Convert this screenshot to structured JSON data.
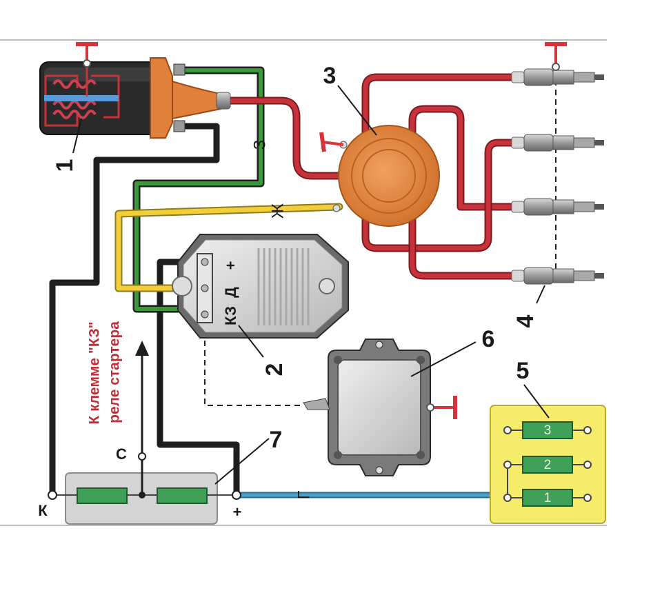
{
  "callouts": {
    "coil": "1",
    "commutator": "2",
    "distributor": "3",
    "spark_plug": "4",
    "fuse_block": "5",
    "control_unit": "6",
    "additional_resistor": "7"
  },
  "wire_labels": {
    "green": "З",
    "yellow": "Ж",
    "blue": "Г"
  },
  "commutator_terminals": {
    "kz": "КЗ",
    "d": "Д",
    "plus": "+"
  },
  "resistor_terminals": {
    "k": "К",
    "c": "С",
    "plus": "+"
  },
  "fuse_labels": [
    "3",
    "2",
    "1"
  ],
  "starter_note": {
    "line1": "К клемме \"КЗ\"",
    "line2": "реле стартера"
  },
  "colors": {
    "red_wire": "#c8323a",
    "green_wire": "#3a9a3a",
    "yellow_wire": "#f2cf3a",
    "blue_wire": "#4aa0cc",
    "black_wire": "#1e1e1e",
    "coil_body": "#2a2a2a",
    "coil_cap": "#e0803a",
    "fuse_block_bg": "#f6ec6c",
    "fuse_green": "#3fa058",
    "ground_red": "#d8323a"
  }
}
